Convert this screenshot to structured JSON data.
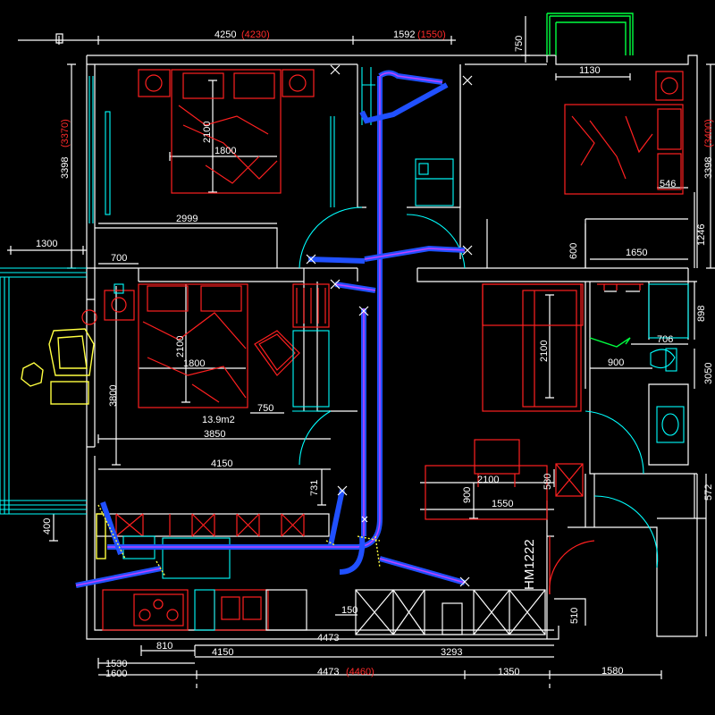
{
  "dimensions": {
    "top_4250": "4250",
    "top_4230": "(4230)",
    "top_1592": "1592",
    "top_1550": "(1550)",
    "top_750": "750",
    "top_1130": "1130",
    "left_3398": "3398",
    "left_3370": "(3370)",
    "right_3398": "3398",
    "right_3400": "(3400)",
    "left_1300": "1300",
    "bed1_2100": "2100",
    "bed1_1800": "1800",
    "d_2999": "2999",
    "d_700": "700",
    "bed2_2100": "2100",
    "bed2_1800": "1800",
    "bed2_area": "13.9m2",
    "d_750": "750",
    "left_3800": "3800",
    "d_3850": "3850",
    "d_4150": "4150",
    "d_731": "731",
    "d_400": "400",
    "bed3_546": "546",
    "d_1246": "1246",
    "d_600": "600",
    "d_1650": "1650",
    "d_898": "898",
    "d_706": "706",
    "d_900": "900",
    "d_3050": "3050",
    "sofa_2100": "2100",
    "table_2100": "2100",
    "table_580": "580",
    "table_900": "900",
    "table_1550": "1550",
    "d_572": "572",
    "door_code": "HM1222",
    "d_150": "150",
    "d_510": "510",
    "b_810": "810",
    "b_4150": "4150",
    "b_4473": "4473",
    "b_3293": "3293",
    "b_1530": "1530",
    "b_1600": "1600",
    "b_4473_2": "4473",
    "b_4460": "(4460)",
    "b_1350": "1350",
    "b_1580": "1580"
  },
  "colors": {
    "background": "#000000",
    "wall": "#ffffff",
    "fixture": "#00ffff",
    "furniture": "#ff2020",
    "duct": "#2050ff",
    "green": "#00ff40",
    "yellow": "#ffff40",
    "red_dim": "#ff2a2a"
  }
}
